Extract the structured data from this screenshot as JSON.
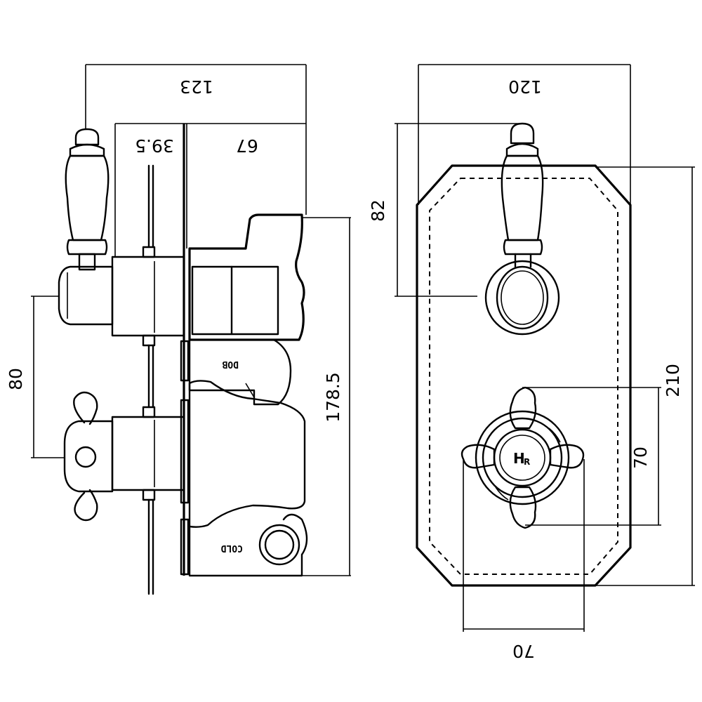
{
  "dimensions": {
    "side_total_width": "123",
    "side_valve_depth": "39.5",
    "side_body_depth": "67",
    "side_handle_spacing": "80",
    "side_body_height": "178.5",
    "front_plate_width": "120",
    "front_lever_height": "82",
    "front_plate_height": "210",
    "front_control_height": "70",
    "front_control_width": "70"
  },
  "labels": {
    "outlet": "DOB",
    "cold_inlet": "COLD",
    "control_hot": "H",
    "control_cold": "R"
  }
}
